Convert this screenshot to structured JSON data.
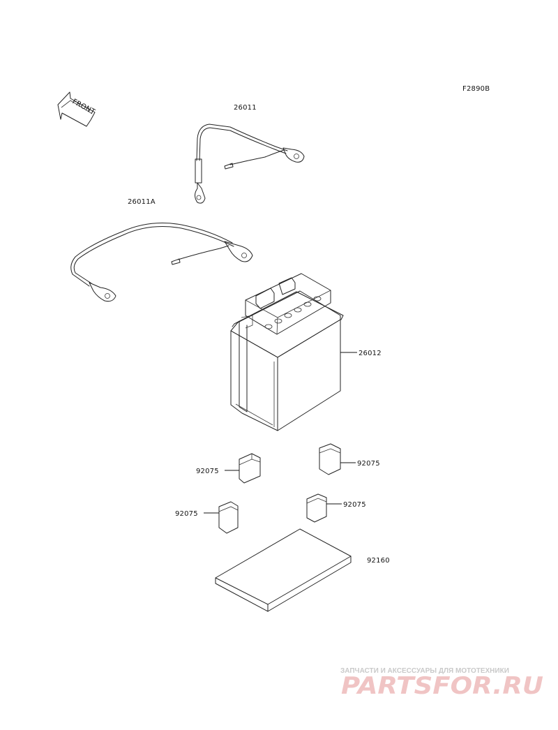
{
  "diagram_code": "F2890B",
  "front_label": "FRONT",
  "parts": {
    "cable_short": "26011",
    "cable_long": "26011A",
    "battery": "26012",
    "pad_1": "92075",
    "pad_2": "92075",
    "pad_3": "92075",
    "pad_4": "92075",
    "battery_sheet": "92160"
  },
  "watermark": {
    "tagline": "ЗАПЧАСТИ И АКСЕССУАРЫ ДЛЯ МОТОТЕХНИКИ",
    "brand": "PARTSFOR.RU"
  }
}
